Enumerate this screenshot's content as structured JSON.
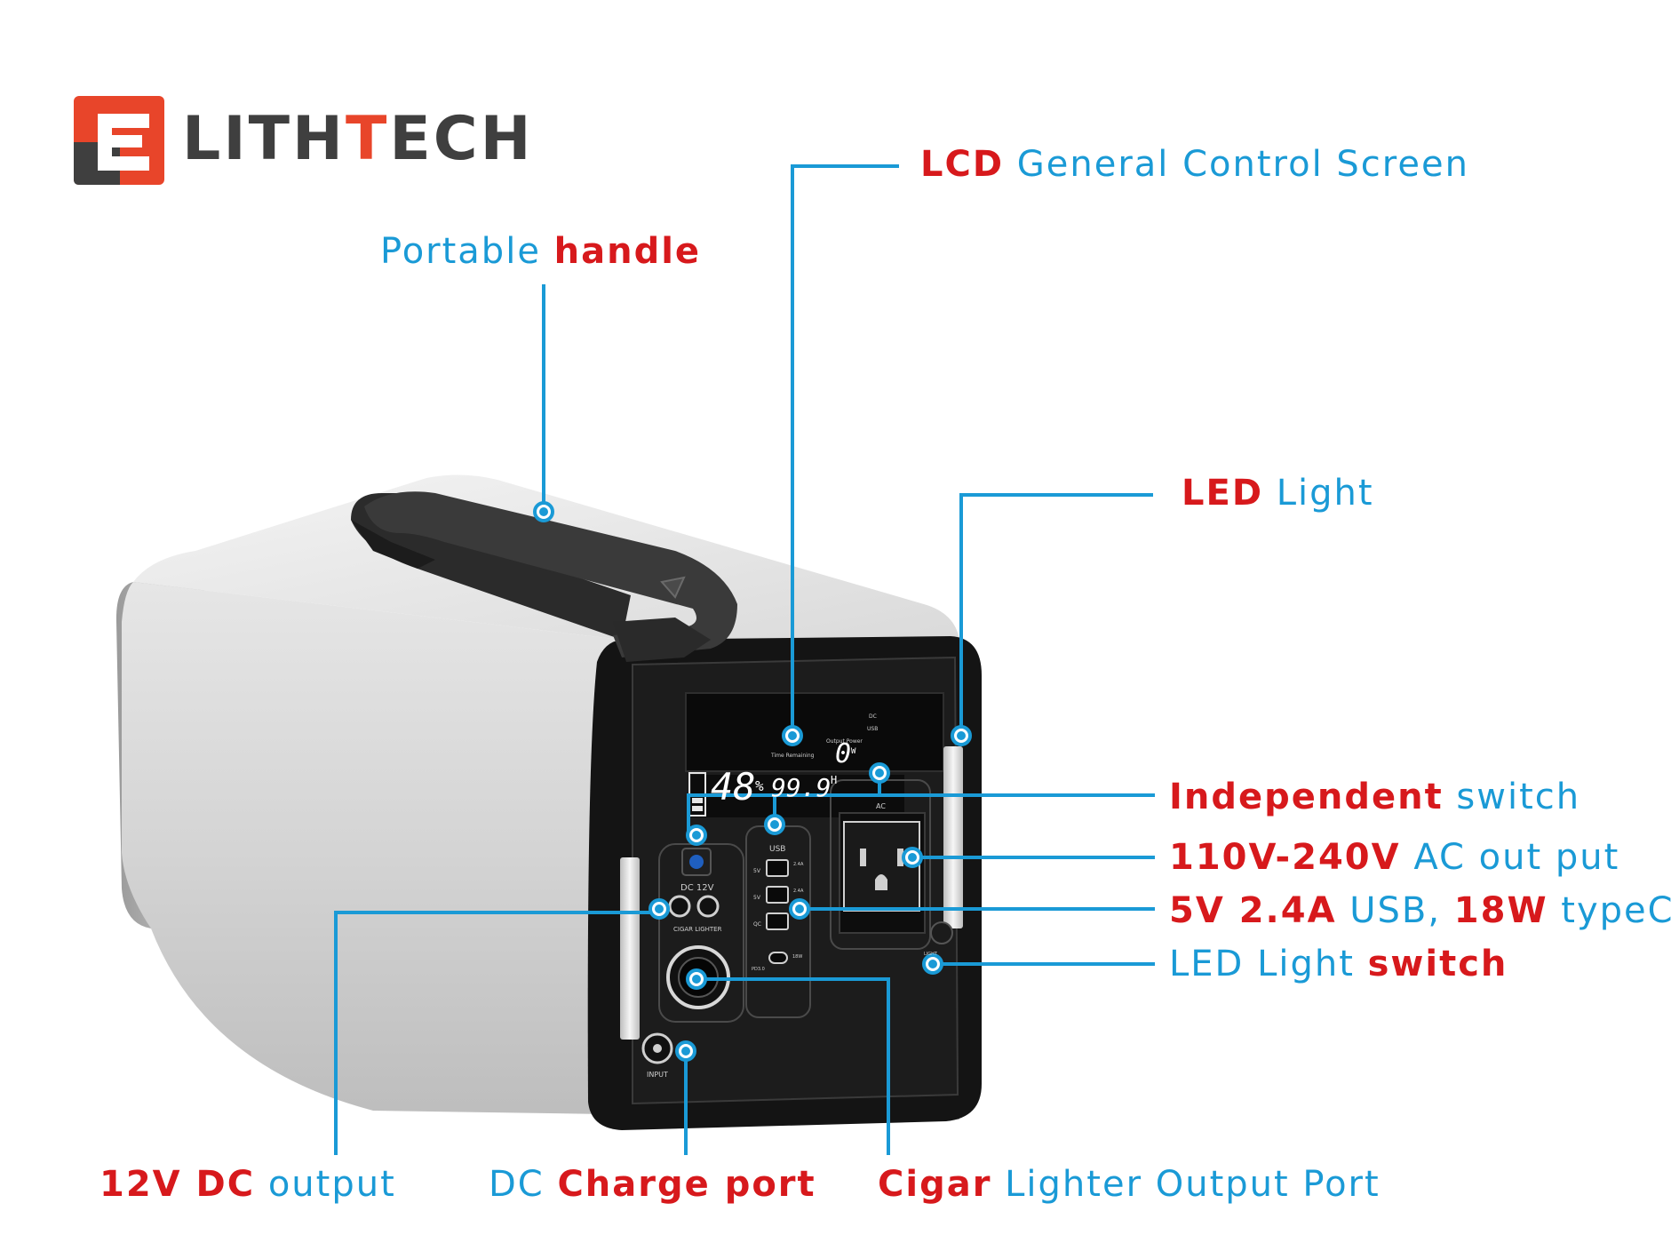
{
  "brand": {
    "name_part1": "LITH",
    "name_accent": "T",
    "name_part2": "ECH",
    "logo_icon": "lithtech-logo-icon",
    "colors": {
      "logo_orange": "#e8452a",
      "logo_gray": "#3f3f3f"
    }
  },
  "colors": {
    "label_blue": "#1a9ad6",
    "label_red": "#d7191c",
    "callout_line": "#1a9ad6"
  },
  "callouts": {
    "handle": {
      "plain": "Portable ",
      "bold": "handle"
    },
    "lcd": {
      "bold": "LCD",
      "plain": " General Control Screen"
    },
    "led_light": {
      "bold": "LED",
      "plain": " Light"
    },
    "independent_switch": {
      "bold": "Independent",
      "plain": " switch"
    },
    "ac_output": {
      "bold": "110V-240V",
      "plain": " AC out put"
    },
    "usb": {
      "bold1": "5V 2.4A",
      "plain1": " USB, ",
      "bold2": "18W",
      "plain2": " typeC"
    },
    "led_switch": {
      "plain": "LED Light ",
      "bold": "switch"
    },
    "dc_output": {
      "bold": "12V DC",
      "plain": " output"
    },
    "dc_charge": {
      "plain": "DC ",
      "bold": "Charge port"
    },
    "cigar": {
      "bold": "Cigar",
      "plain": " Lighter Output Port"
    }
  },
  "device": {
    "lcd": {
      "battery_percent": "48",
      "percent_sign": "%",
      "remaining_time": "99.9",
      "time_unit": "H",
      "time_label": "Time Remaining",
      "output_label": "Output Power",
      "output_value": "0",
      "output_unit": "W",
      "dc_tag": "DC",
      "usb_tag": "USB"
    },
    "panel_labels": {
      "dc12v": "DC 12V",
      "cigar_lighter": "CIGAR LIGHTER",
      "usb": "USB",
      "ac": "AC",
      "input": "INPUT",
      "usb_5v_1": "5V",
      "usb_5v_2": "5V",
      "usb_qc": "QC",
      "usb_24a_1": "2.4A",
      "usb_24a_2": "2.4A",
      "pd": "PD3.0",
      "pd_watts": "18W",
      "led_tag": "LIGHT"
    }
  }
}
